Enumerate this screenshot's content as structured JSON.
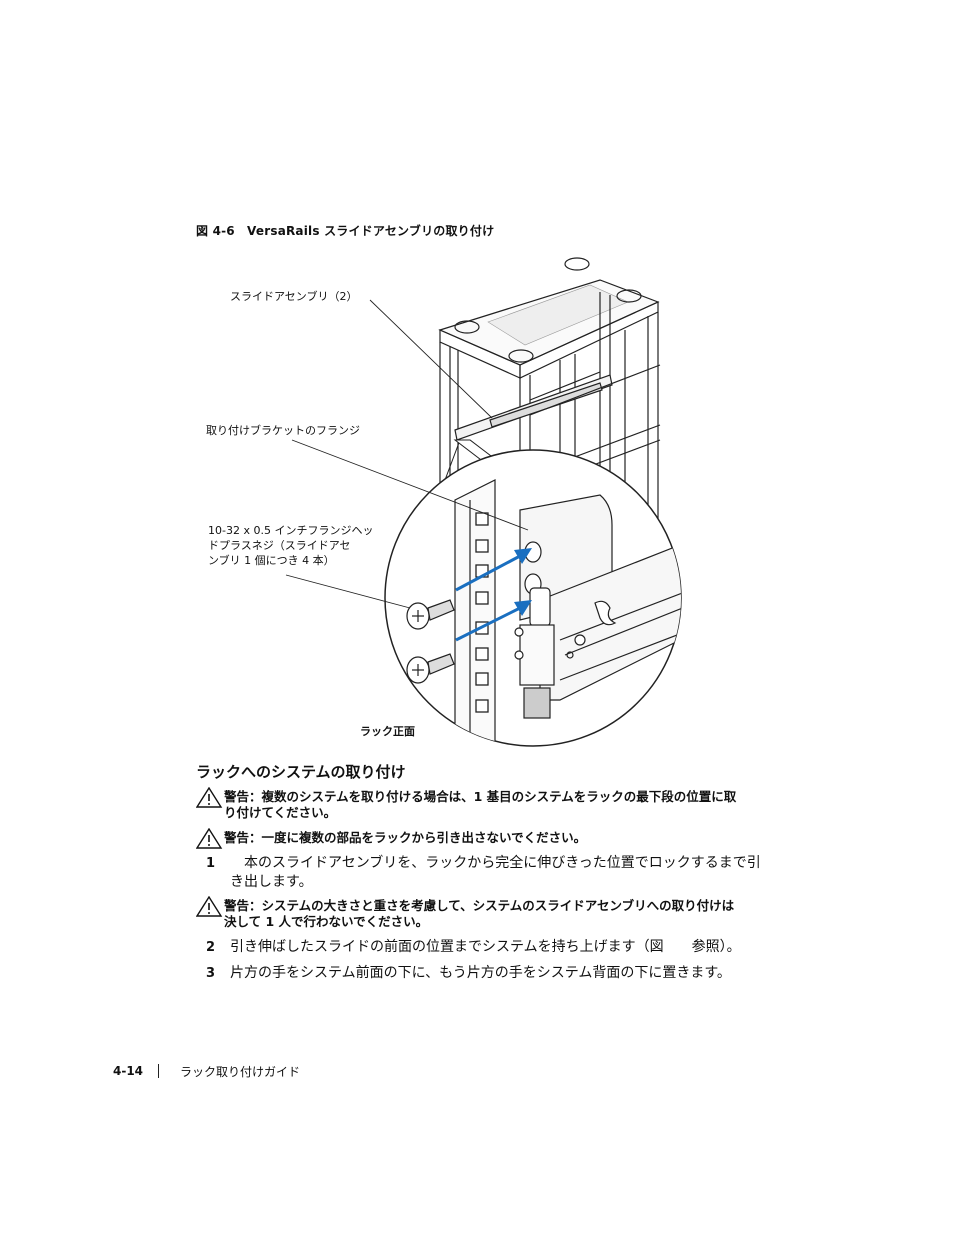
{
  "figure": {
    "caption": "図 4-6　VersaRails スライドアセンブリの取り付け",
    "callouts": {
      "slide_assembly": "スライドアセンブリ（2）",
      "bracket_flange": "取り付けブラケットのフランジ",
      "screws": [
        "10-32 x 0.5 インチフランジヘッ",
        "ドプラスネジ（スライドアセ",
        "ンブリ 1 個につき 4 本）"
      ],
      "rack_front": "ラック正面"
    }
  },
  "section": {
    "heading": "ラックへのシステムの取り付け",
    "warnings": [
      [
        "警告：複数のシステムを取り付ける場合は、1 基目のシステムをラックの最下段の位置に取",
        "り付けてください。"
      ],
      [
        "警告：一度に複数の部品をラックから引き出さないでください。"
      ],
      [
        "警告：システムの大きさと重さを考慮して、システムのスライドアセンブリへの取り付けは",
        "決して 1 人で行わないでください。"
      ]
    ],
    "steps": [
      {
        "num": "1",
        "lines": [
          "　本のスライドアセンブリを、ラックから完全に伸びきった位置でロックするまで引",
          "き出します。"
        ]
      },
      {
        "num": "2",
        "lines": [
          "引き伸ばしたスライドの前面の位置までシステムを持ち上げます（図　　参照）。"
        ]
      },
      {
        "num": "3",
        "lines": [
          "片方の手をシステム前面の下に、もう片方の手をシステム背面の下に置きます。"
        ]
      }
    ]
  },
  "footer": {
    "page_number": "4-14",
    "title": "ラック取り付けガイド"
  },
  "icons": {
    "warning": "warning-triangle-icon",
    "arrow": "blue-arrow-icon",
    "accent": "#1a6fc0"
  }
}
